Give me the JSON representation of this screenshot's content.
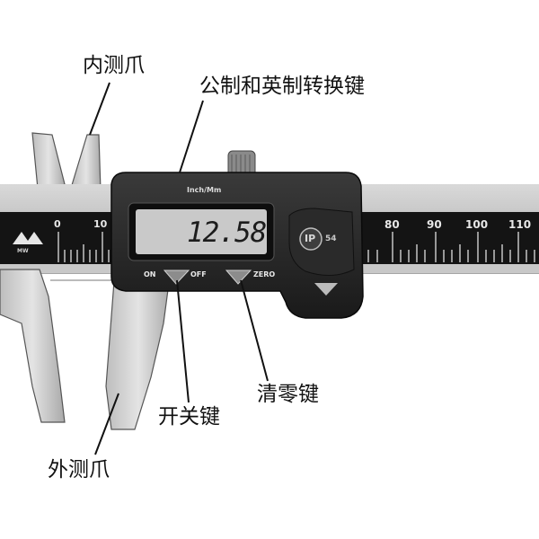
{
  "labels": {
    "inner_jaw": "内测爪",
    "unit_key": "公制和英制转换键",
    "clear_key": "清零键",
    "power_key": "开关键",
    "outer_jaw": "外测爪"
  },
  "device": {
    "display_value": "12.58",
    "header_text": "Inch/Mm",
    "on_text": "ON",
    "off_text": "OFF",
    "zero_text": "ZERO",
    "ip_text": "IP",
    "ip_rating": "54",
    "brand_short": "MW"
  },
  "scale": {
    "left_ticks": [
      "0",
      "10"
    ],
    "right_ticks": [
      "80",
      "90",
      "100",
      "110"
    ]
  }
}
